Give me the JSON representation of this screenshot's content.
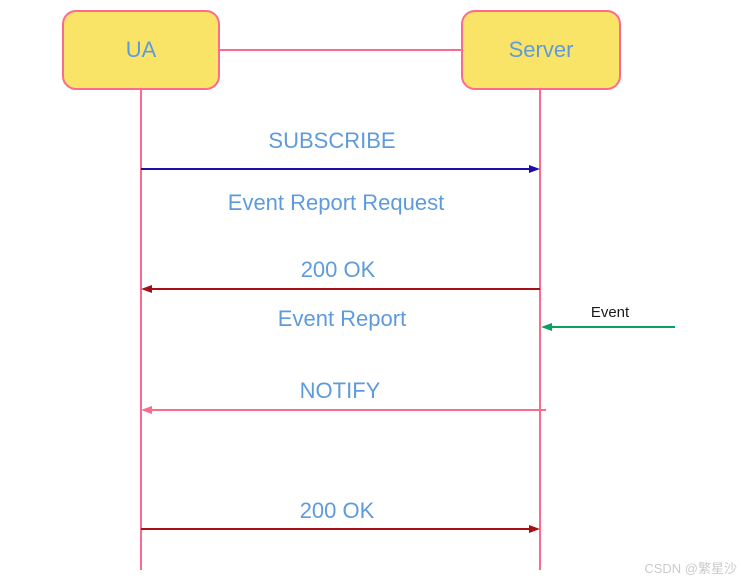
{
  "diagram": {
    "type": "sequence-diagram",
    "actors": [
      {
        "id": "ua",
        "label": "UA"
      },
      {
        "id": "server",
        "label": "Server"
      }
    ],
    "messages": [
      {
        "id": "subscribe",
        "label": "SUBSCRIBE",
        "kind": "arrow",
        "direction": "ua-to-server",
        "color": "#1D0EA8"
      },
      {
        "id": "event-report-request",
        "label": "Event Report Request",
        "kind": "caption"
      },
      {
        "id": "ok-1",
        "label": "200 OK",
        "kind": "arrow",
        "direction": "server-to-ua",
        "color": "#A81016"
      },
      {
        "id": "event-report",
        "label": "Event Report",
        "kind": "caption"
      },
      {
        "id": "notify",
        "label": "NOTIFY",
        "kind": "arrow",
        "direction": "server-to-ua",
        "color": "#FB6B8E"
      },
      {
        "id": "ok-2",
        "label": "200 OK",
        "kind": "arrow",
        "direction": "ua-to-server",
        "color": "#A81016"
      }
    ],
    "external_event": {
      "label": "Event",
      "kind": "arrow",
      "direction": "outside-to-server",
      "color": "#0AA05E"
    },
    "palette": {
      "actor_fill": "#FAE467",
      "actor_border": "#FB6B8E",
      "lifeline": "#FB6B8E",
      "label_blue": "#5E9BDC",
      "arrow_navy": "#1D0EA8",
      "arrow_dark_red": "#A81016",
      "arrow_pink": "#FB6B8E",
      "arrow_green": "#0AA05E",
      "event_text": "#1A1A1A",
      "watermark_gray": "#CBCBCB"
    }
  },
  "watermark": "CSDN @繁星沙"
}
